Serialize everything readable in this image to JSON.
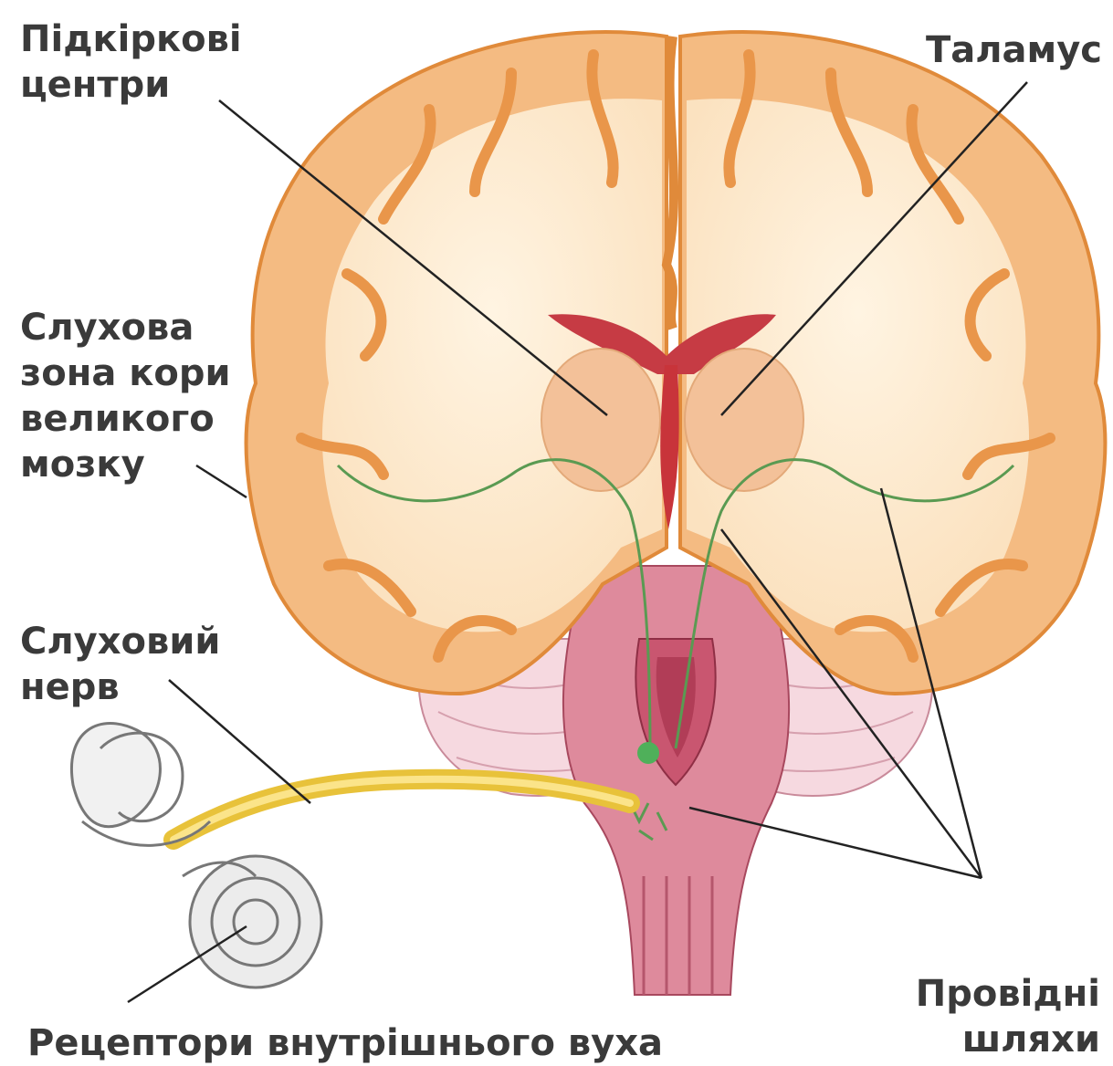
{
  "labels": {
    "subcortical": [
      "Підкіркові",
      "центри"
    ],
    "thalamus": [
      "Таламус"
    ],
    "auditory_cortex": [
      "Слухова",
      "зона кори",
      "великого",
      "мозку"
    ],
    "auditory_nerve": [
      "Слуховий",
      "нерв"
    ],
    "pathways": [
      "Провідні",
      "шляхи"
    ],
    "receptors": [
      "Рецептори внутрішнього вуха"
    ]
  },
  "colors": {
    "cortex_gray": "#f2b77c",
    "cortex_outline": "#e08a3a",
    "white_matter": "#fbe6c8",
    "thalamus": "#f3c199",
    "ventricle": "#c8343a",
    "brainstem": "#d9758a",
    "cerebellum": "#f5d4dc",
    "nerve": "#e8c23a",
    "pathway": "#5a9a52",
    "leader": "#222222",
    "text": "#3a3a3a"
  }
}
